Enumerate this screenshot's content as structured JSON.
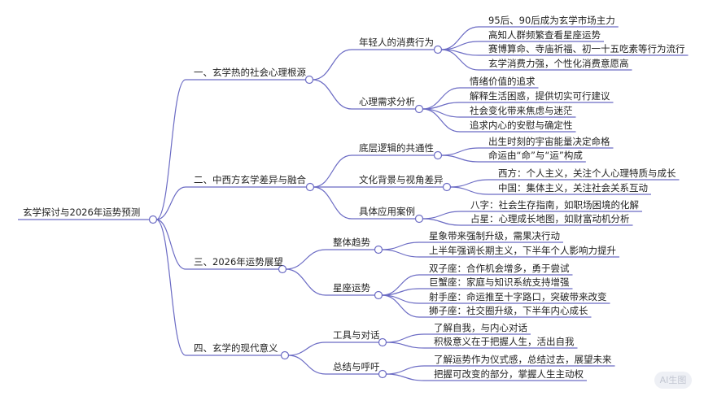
{
  "colors": {
    "line": "#6b6bc4",
    "text": "#222222"
  },
  "root": {
    "label": "玄学探讨与2026年运势预测",
    "children": [
      {
        "label": "一、玄学热的社会心理根源",
        "children": [
          {
            "label": "年轻人的消费行为",
            "children": [
              {
                "label": "95后、90后成为玄学市场主力"
              },
              {
                "label": "高知人群频繁查看星座运势"
              },
              {
                "label": "赛博算命、寺庙祈福、初一十五吃素等行为流行"
              },
              {
                "label": "玄学消费力强，个性化消费意愿高"
              }
            ]
          },
          {
            "label": "心理需求分析",
            "children": [
              {
                "label": "情绪价值的追求"
              },
              {
                "label": "解释生活困惑，提供切实可行建议"
              },
              {
                "label": "社会变化带来焦虑与迷茫"
              },
              {
                "label": "追求内心的安慰与确定性"
              }
            ]
          }
        ]
      },
      {
        "label": "二、中西方玄学差异与融合",
        "children": [
          {
            "label": "底层逻辑的共通性",
            "children": [
              {
                "label": "出生时刻的宇宙能量决定命格"
              },
              {
                "label": "命运由“命”与“运”构成"
              }
            ]
          },
          {
            "label": "文化背景与视角差异",
            "children": [
              {
                "label": "西方：个人主义，关注个人心理特质与成长"
              },
              {
                "label": "中国：集体主义，关注社会关系互动"
              }
            ]
          },
          {
            "label": "具体应用案例",
            "children": [
              {
                "label": "八字：社会生存指南，如职场困境的化解"
              },
              {
                "label": "占星：心理成长地图，如财富动机分析"
              }
            ]
          }
        ]
      },
      {
        "label": "三、2026年运势展望",
        "children": [
          {
            "label": "整体趋势",
            "children": [
              {
                "label": "星象带来强制升级，需果决行动"
              },
              {
                "label": "上半年强调长期主义，下半年个人影响力提升"
              }
            ]
          },
          {
            "label": "星座运势",
            "children": [
              {
                "label": "双子座：合作机会增多，勇于尝试"
              },
              {
                "label": "巨蟹座：家庭与知识系统支持增强"
              },
              {
                "label": "射手座：命运推至十字路口，突破带来改变"
              },
              {
                "label": "狮子座：社交圈升级，下半年内心成长"
              }
            ]
          }
        ]
      },
      {
        "label": "四、玄学的现代意义",
        "children": [
          {
            "label": "工具与对话",
            "children": [
              {
                "label": "了解自我，与内心对话"
              },
              {
                "label": "积极意义在于把握人生，活出自我"
              }
            ]
          },
          {
            "label": "总结与呼吁",
            "children": [
              {
                "label": "了解运势作为仪式感，总结过去，展望未来"
              },
              {
                "label": "把握可改变的部分，掌握人生主动权"
              }
            ]
          }
        ]
      }
    ]
  },
  "ai_button": {
    "label": "AI生图"
  }
}
